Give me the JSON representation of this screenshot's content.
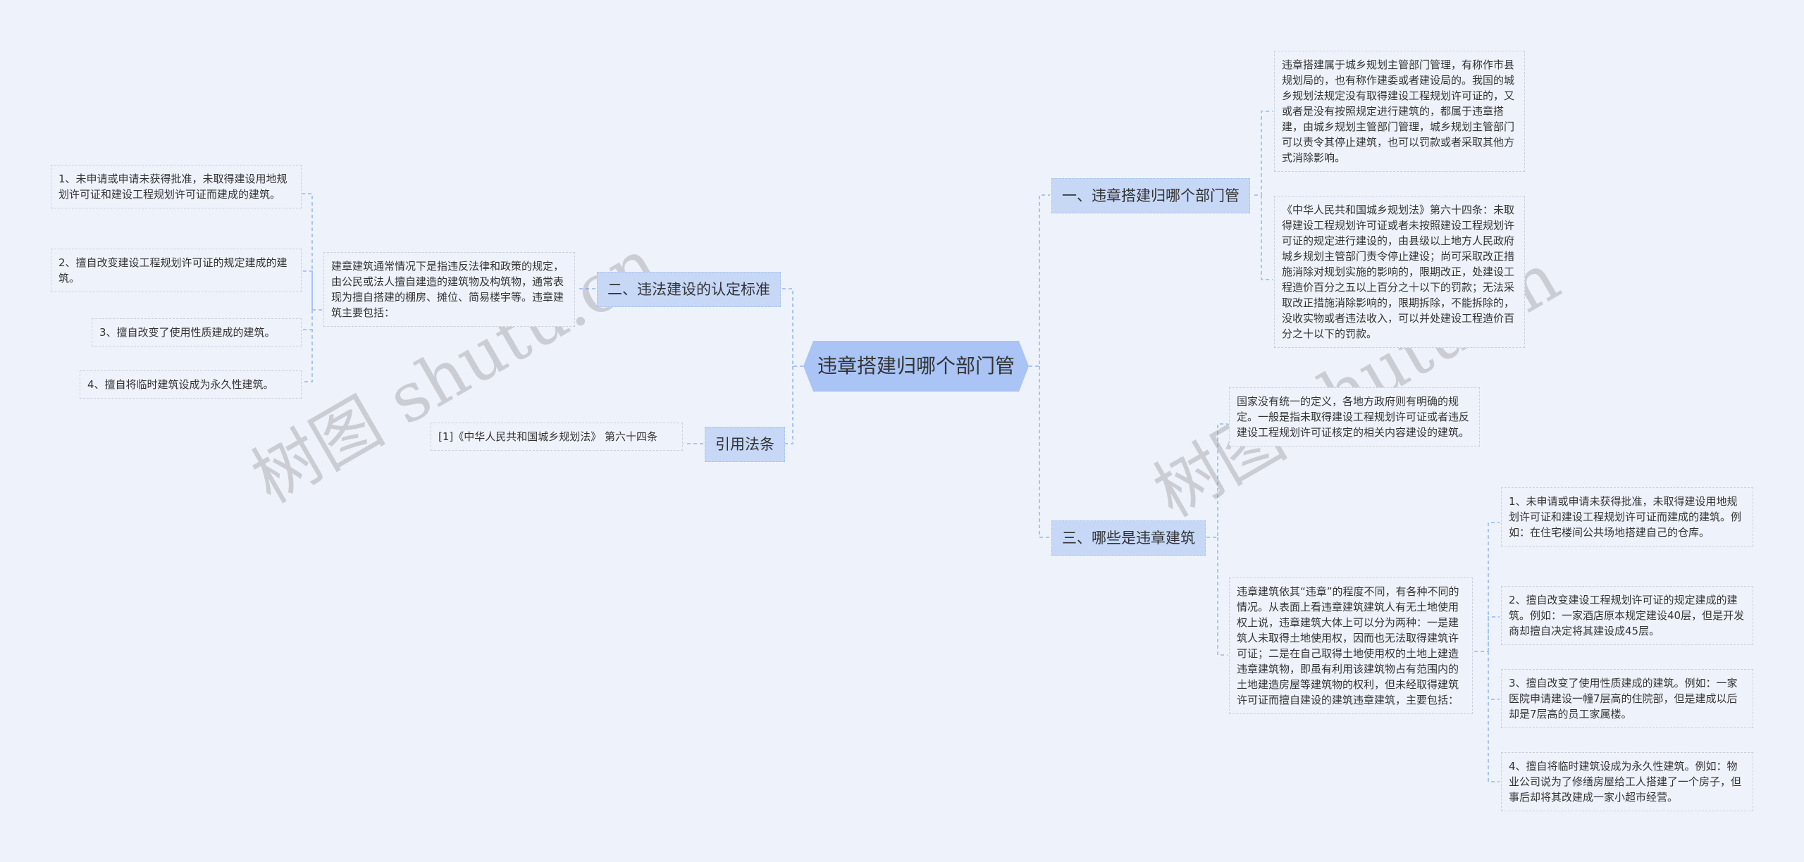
{
  "root": {
    "title": "违章搭建归哪个部门管"
  },
  "branches": {
    "b1": {
      "label": "一、违章搭建归哪个部门管"
    },
    "b2": {
      "label": "二、违法建设的认定标准"
    },
    "b3": {
      "label": "三、哪些是违章建筑"
    },
    "b4": {
      "label": "引用法条"
    }
  },
  "b1_leaves": [
    "违章搭建属于城乡规划主管部门管理，有称作市县规划局的，也有称作建委或者建设局的。我国的城乡规划法规定没有取得建设工程规划许可证的，又或者是没有按照规定进行建筑的，都属于违章搭建，由城乡规划主管部门管理，城乡规划主管部门可以责令其停止建筑，也可以罚款或者采取其他方式消除影响。",
    "《中华人民共和国城乡规划法》第六十四条：未取得建设工程规划许可证或者未按照建设工程规划许可证的规定进行建设的，由县级以上地方人民政府城乡规划主管部门责令停止建设；尚可采取改正措施消除对规划实施的影响的，限期改正，处建设工程造价百分之五以上百分之十以下的罚款；无法采取改正措施消除影响的，限期拆除，不能拆除的，没收实物或者违法收入，可以并处建设工程造价百分之十以下的罚款。"
  ],
  "b2_mid": "建章建筑通常情况下是指违反法律和政策的规定，由公民或法人擅自建造的建筑物及构筑物，通常表现为擅自搭建的棚房、摊位、简易楼宇等。违章建筑主要包括：",
  "b2_items": [
    "1、未申请或申请未获得批准，未取得建设用地规划许可证和建设工程规划许可证而建成的建筑。",
    "2、擅自改变建设工程规划许可证的规定建成的建筑。",
    "3、擅自改变了使用性质建成的建筑。",
    "4、擅自将临时建筑设成为永久性建筑。"
  ],
  "b3_def": "国家没有统一的定义，各地方政府则有明确的规定。一般是指未取得建设工程规划许可证或者违反建设工程规划许可证核定的相关内容建设的建筑。",
  "b3_mid": "违章建筑依其“违章”的程度不同，有各种不同的情况。从表面上看违章建筑建筑人有无土地使用权上说，违章建筑大体上可以分为两种：一是建筑人未取得土地使用权，因而也无法取得建筑许可证；二是在自己取得土地使用权的土地上建造违章建筑物，即虽有利用该建筑物占有范围内的土地建造房屋等建筑物的权利，但未经取得建筑许可证而擅自建设的建筑违章建筑，主要包括：",
  "b3_items": [
    "1、未申请或申请未获得批准，未取得建设用地规划许可证和建设工程规划许可证而建成的建筑。例如：在住宅楼间公共场地搭建自己的仓库。",
    "2、擅自改变建设工程规划许可证的规定建成的建筑。例如：一家酒店原本规定建设40层，但是开发商却擅自决定将其建设成45层。",
    "3、擅自改变了使用性质建成的建筑。例如：一家医院申请建设一幢7层高的住院部，但是建成以后却是7层高的员工家属楼。",
    "4、擅自将临时建筑设成为永久性建筑。例如：物业公司说为了修缮房屋给工人搭建了一个房子，但事后却将其改建成一家小超市经营。"
  ],
  "b4_item": "[1]《中华人民共和国城乡规划法》 第六十四条",
  "watermarks": [
    "树图 shutu.cn",
    "树图 shutu.cn"
  ],
  "colors": {
    "background": "#eef3fb",
    "root": "#a9c4f5",
    "branch": "#c7d8f7",
    "line": "#a9c4f5"
  }
}
